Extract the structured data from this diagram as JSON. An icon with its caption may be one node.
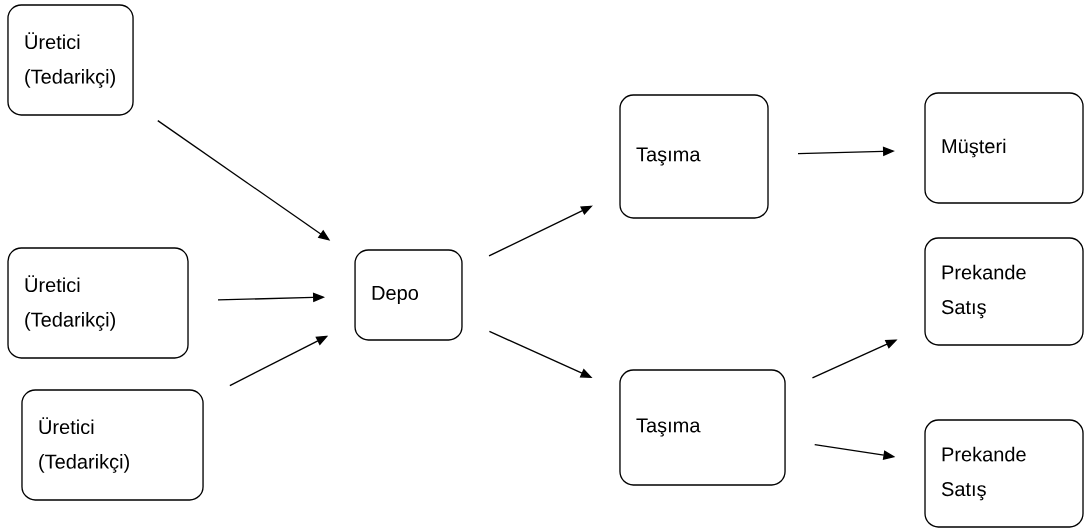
{
  "diagram": {
    "nodes": [
      {
        "text": [
          "Üretici (Tedarikçi)"
        ]
      },
      {
        "text": [
          "Üretici (Tedarikçi)"
        ]
      },
      {
        "text": [
          "Üretici (Tedarikçi)"
        ]
      },
      {
        "text": [
          "Depo"
        ]
      },
      {
        "text": [
          "Taşıma"
        ]
      },
      {
        "text": [
          "Müşteri"
        ]
      },
      {
        "text": [
          "Prekande Satış"
        ]
      },
      {
        "text": [
          "Taşıma"
        ]
      },
      {
        "text": [
          "Prekande Satış"
        ]
      }
    ],
    "edges": [
      {
        "from": 0,
        "to": 3,
        "arrow": "to"
      },
      {
        "from": 1,
        "to": 3,
        "arrow": "to"
      },
      {
        "from": 2,
        "to": 3,
        "arrow": "to"
      },
      {
        "from": 3,
        "to": 4,
        "arrow": "to"
      },
      {
        "from": 3,
        "to": 7,
        "arrow": "to"
      },
      {
        "from": 4,
        "to": 5,
        "arrow": "to"
      },
      {
        "from": 7,
        "to": 6,
        "arrow": "to"
      },
      {
        "from": 7,
        "to": 8,
        "arrow": "to"
      }
    ]
  }
}
